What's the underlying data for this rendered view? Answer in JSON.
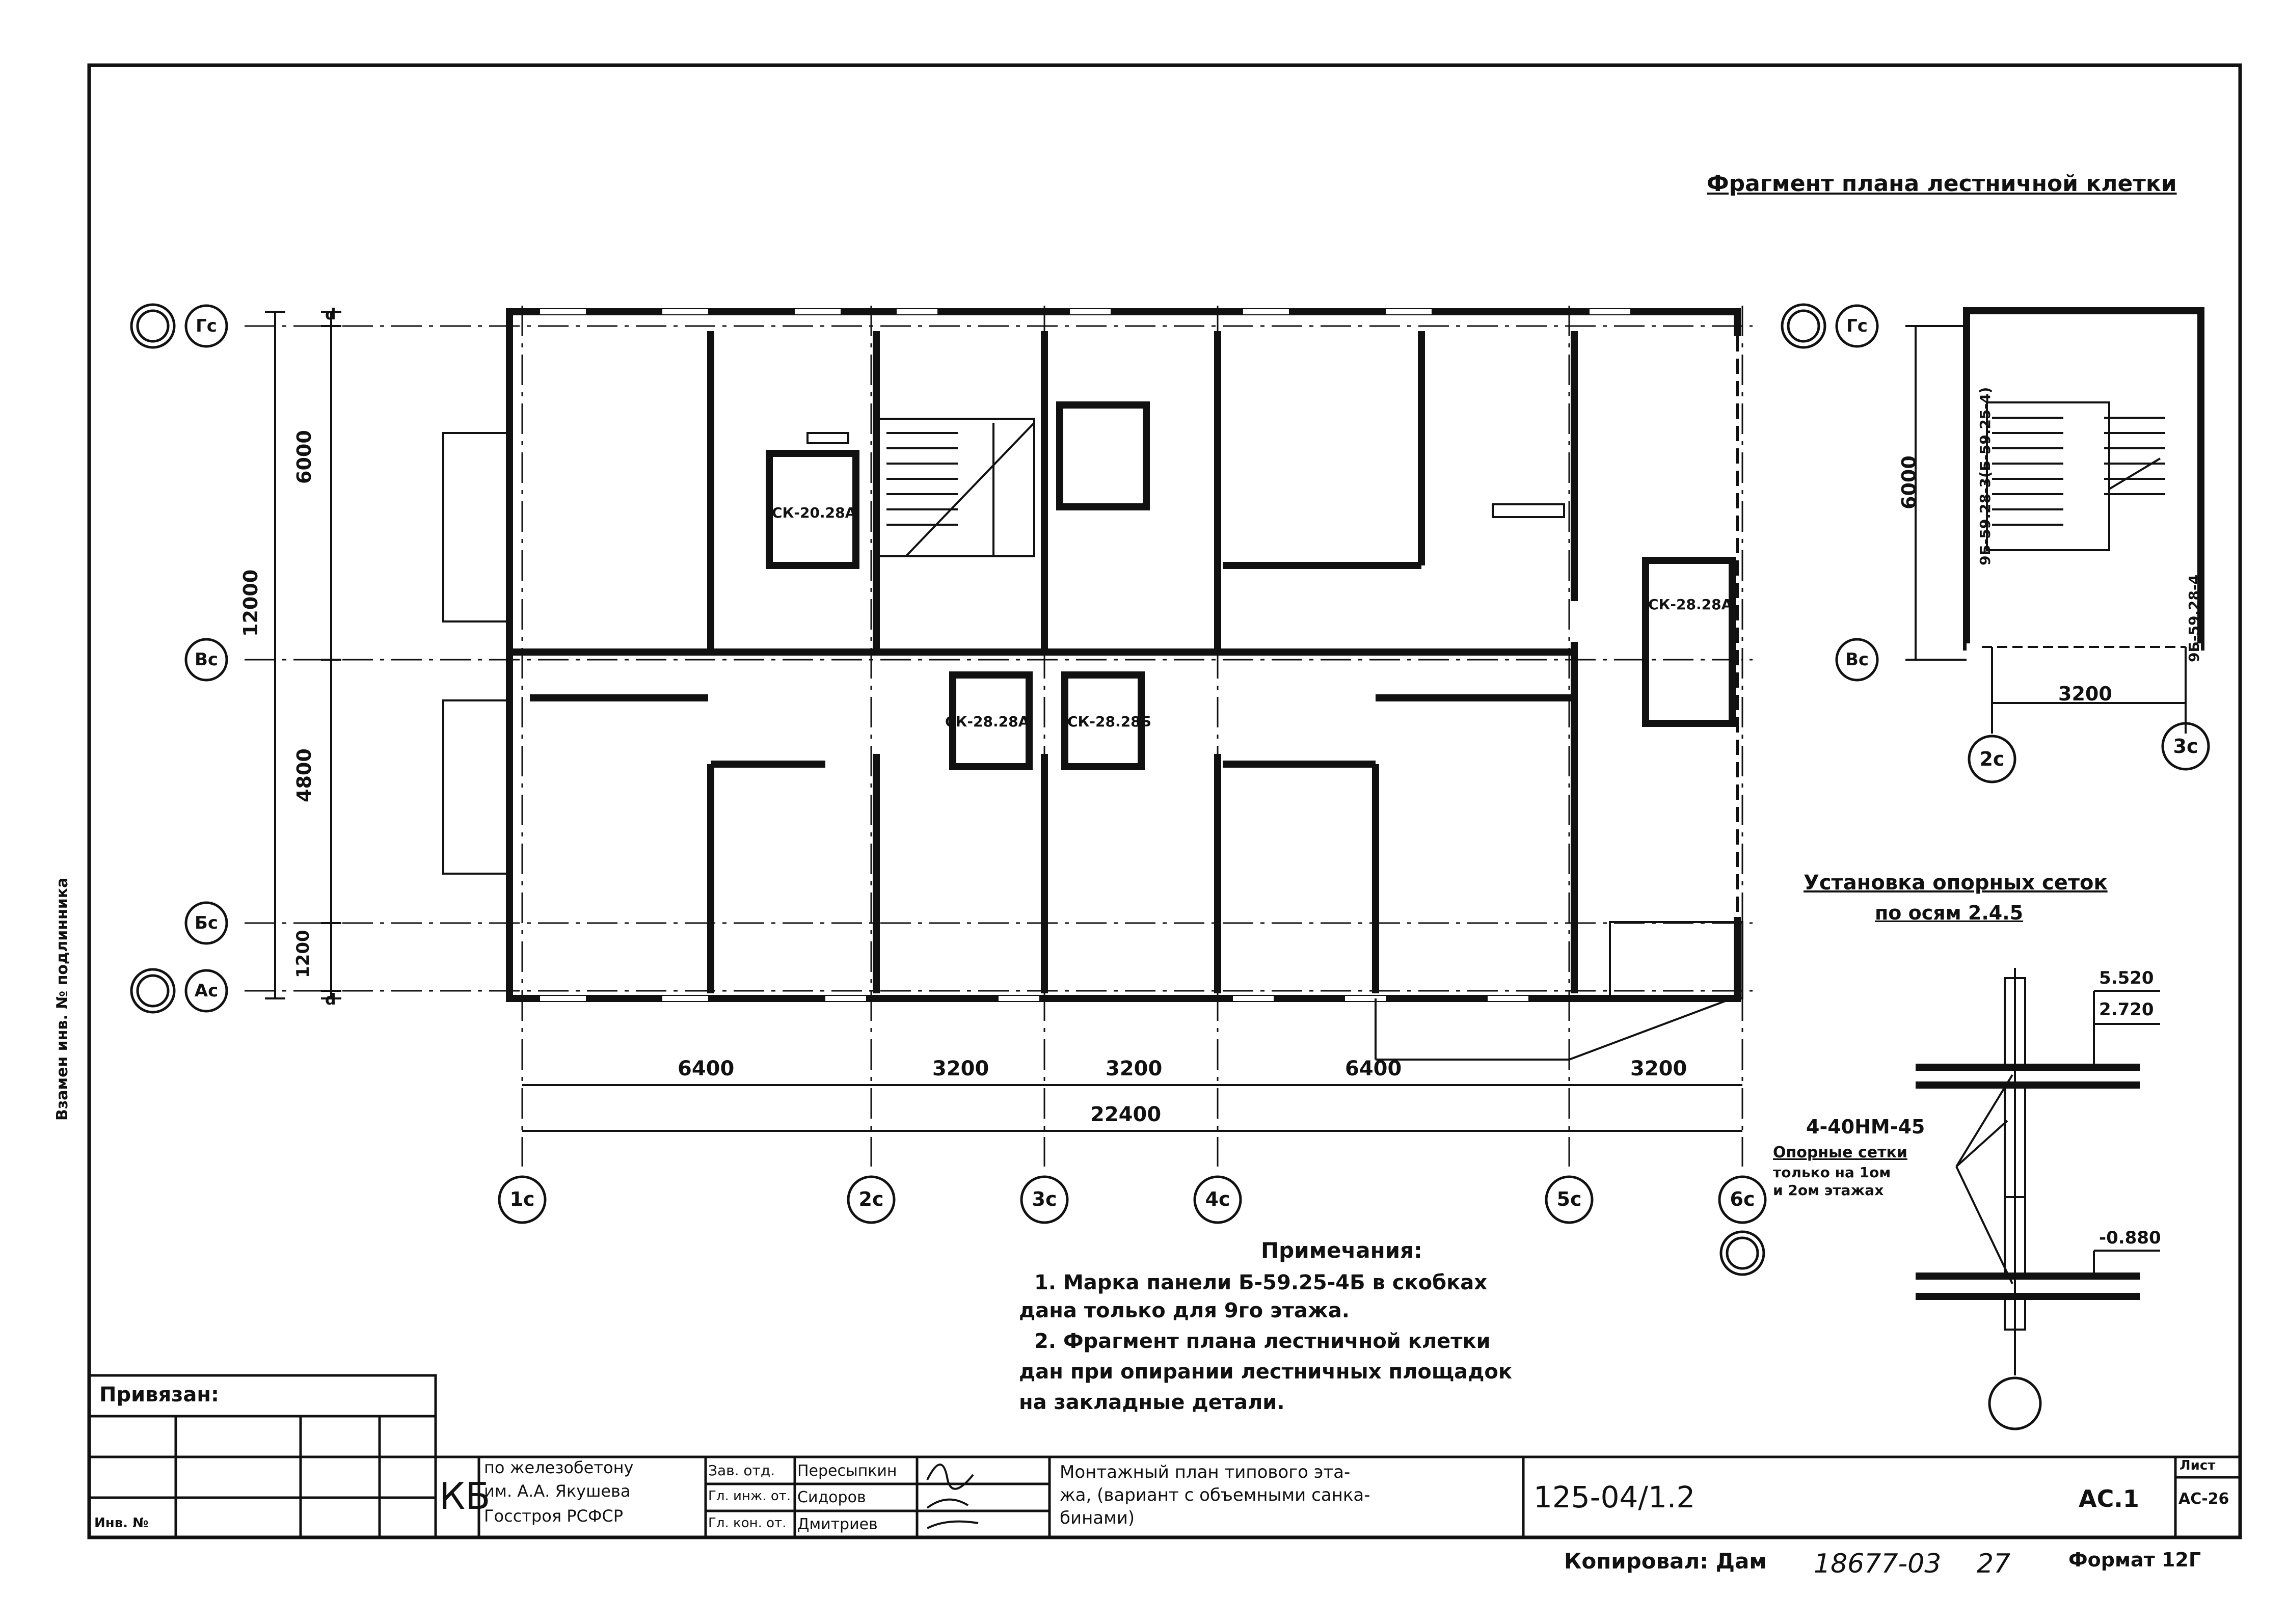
{
  "drawing": {
    "title": "Фрагмент плана лестничной клетки",
    "axes_rows": [
      "Гс",
      "Вс",
      "Бс",
      "Ас"
    ],
    "axes_cols": [
      "1с",
      "2с",
      "3с",
      "4с",
      "5с",
      "6с"
    ],
    "dims_vertical": [
      "6000",
      "12000",
      "4800",
      "1200",
      "d",
      "d"
    ],
    "dims_horizontal": [
      "6400",
      "3200",
      "3200",
      "6400",
      "3200"
    ],
    "dim_total": "22400",
    "panels": [
      "СК-20.28А",
      "СК-28.28А",
      "СК-28.28А",
      "СК-28.28Б"
    ],
    "fragment": {
      "row_top": "Гс",
      "row_bottom": "Вс",
      "cols": [
        "2с",
        "3с"
      ],
      "dim_v": "6000",
      "dim_h": "3200",
      "label_a": "9Б-59.28-3(Б-59.25-4)",
      "label_b": "9Б-59.28-4"
    },
    "supports": {
      "title": "Установка опорных сеток",
      "subtitle": "по осям 2.4.5",
      "elev_1": "5.520",
      "elev_2": "2.720",
      "elev_3": "-0.880",
      "rebar": "4-40НМ-45",
      "note_1": "Опорные сетки",
      "note_2": "только на 1ом",
      "note_3": "и 2ом этажах"
    },
    "notes": {
      "heading": "Примечания:",
      "line1": "1. Марка панели Б-59.25-4Б в скобках",
      "line2": "дана только для 9го этажа.",
      "line3": "2. Фрагмент плана лестничной клетки",
      "line4": "дан при опирании лестничных площадок",
      "line5": "на закладные детали."
    },
    "side_stamp": "Взамен инв. № подлинника"
  },
  "title_block": {
    "privyazan": "Привязан:",
    "inv": "Инв. №",
    "kb": "КБ",
    "org1": "по железобетону",
    "org2": "им. А.А. Якушева",
    "org3": "Госстроя РСФСР",
    "role1": "Зав. отд.",
    "role2": "Гл. инж. от.",
    "role3": "Гл. кон. от.",
    "name1": "Пересыпкин",
    "name2": "Сидоров",
    "name3": "Дмитриев",
    "desc1": "Монтажный план типового эта-",
    "desc2": "жа, (вариант с объемными санка-",
    "desc3": "бинами)",
    "code": "125-04/1.2",
    "sheet_code": "АС.1",
    "list_label": "Лист",
    "list_no": "АС-26",
    "copied": "Копировал: Дам",
    "number": "18677-03",
    "page": "27",
    "format": "Формат 12Г"
  }
}
